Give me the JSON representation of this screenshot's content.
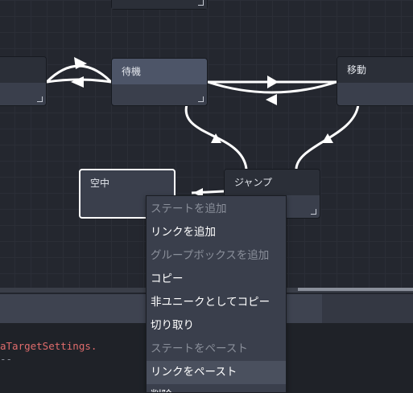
{
  "graph": {
    "nodes": [
      {
        "id": "top",
        "label": ""
      },
      {
        "id": "left",
        "label": ""
      },
      {
        "id": "idle",
        "label": "待機"
      },
      {
        "id": "move",
        "label": "移動"
      },
      {
        "id": "air",
        "label": "空中"
      },
      {
        "id": "jump",
        "label": "ジャンプ"
      }
    ]
  },
  "console": {
    "line1": "aTargetSettings.",
    "line2": "--"
  },
  "context_menu": {
    "items": [
      {
        "label": "ステートを追加",
        "enabled": false
      },
      {
        "label": "リンクを追加",
        "enabled": true
      },
      {
        "label": "グループボックスを追加",
        "enabled": false
      },
      {
        "label": "コピー",
        "enabled": true
      },
      {
        "label": "非ユニークとしてコピー",
        "enabled": true
      },
      {
        "label": "切り取り",
        "enabled": true
      },
      {
        "label": "ステートをペースト",
        "enabled": false
      },
      {
        "label": "リンクをペースト",
        "enabled": true,
        "hover": true
      },
      {
        "label": "削除",
        "enabled": true
      }
    ]
  },
  "colors": {
    "background": "#24272f",
    "node_body": "#3a3f4c",
    "node_header": "#2b2f38",
    "node_highlight": "#4d5568",
    "link": "#ffffff",
    "console_error": "#e06c6c"
  }
}
